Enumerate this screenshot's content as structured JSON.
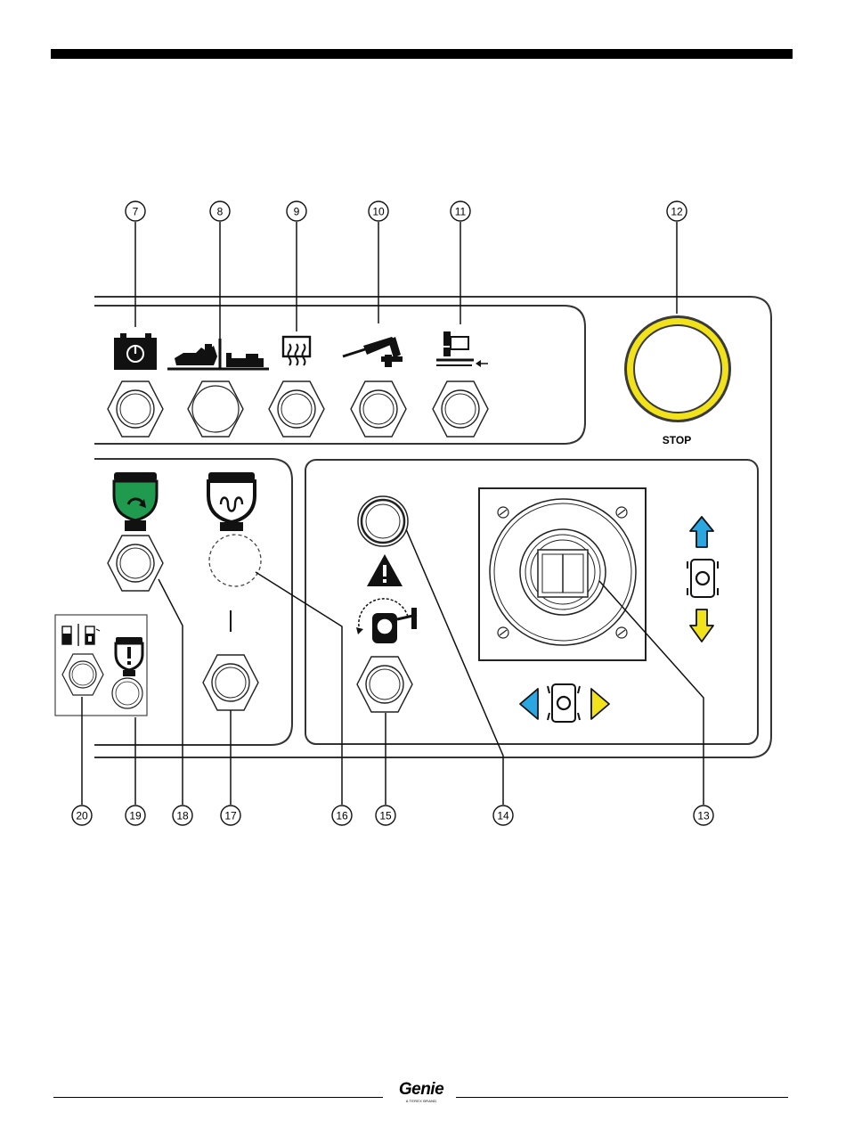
{
  "diagram": {
    "stop_label": "STOP",
    "callouts": [
      {
        "id": "7",
        "label": "7"
      },
      {
        "id": "8",
        "label": "8"
      },
      {
        "id": "9",
        "label": "9"
      },
      {
        "id": "10",
        "label": "10"
      },
      {
        "id": "11",
        "label": "11"
      },
      {
        "id": "12",
        "label": "12"
      },
      {
        "id": "13",
        "label": "13"
      },
      {
        "id": "14",
        "label": "14"
      },
      {
        "id": "15",
        "label": "15"
      },
      {
        "id": "16",
        "label": "16"
      },
      {
        "id": "17",
        "label": "17"
      },
      {
        "id": "18",
        "label": "18"
      },
      {
        "id": "19",
        "label": "19"
      },
      {
        "id": "20",
        "label": "20"
      }
    ],
    "colors": {
      "stop_ring": "#f2e21a",
      "engine_start": "#1f9a4e",
      "arrow_blue": "#2aa6e0",
      "arrow_yellow": "#f2e21a"
    },
    "icons": [
      "battery-power-icon",
      "platform-ground-selector-icon",
      "glow-plug-icon",
      "boom-function-enable-icon",
      "platform-level-icon",
      "emergency-stop-button",
      "engine-start-icon",
      "glow-plug-indicator-icon",
      "warning-icon",
      "drive-steer-icon",
      "fuel-select-icon",
      "engine-fault-icon"
    ]
  },
  "footer": {
    "brand": "Genie",
    "tagline": "A TEREX BRAND"
  }
}
